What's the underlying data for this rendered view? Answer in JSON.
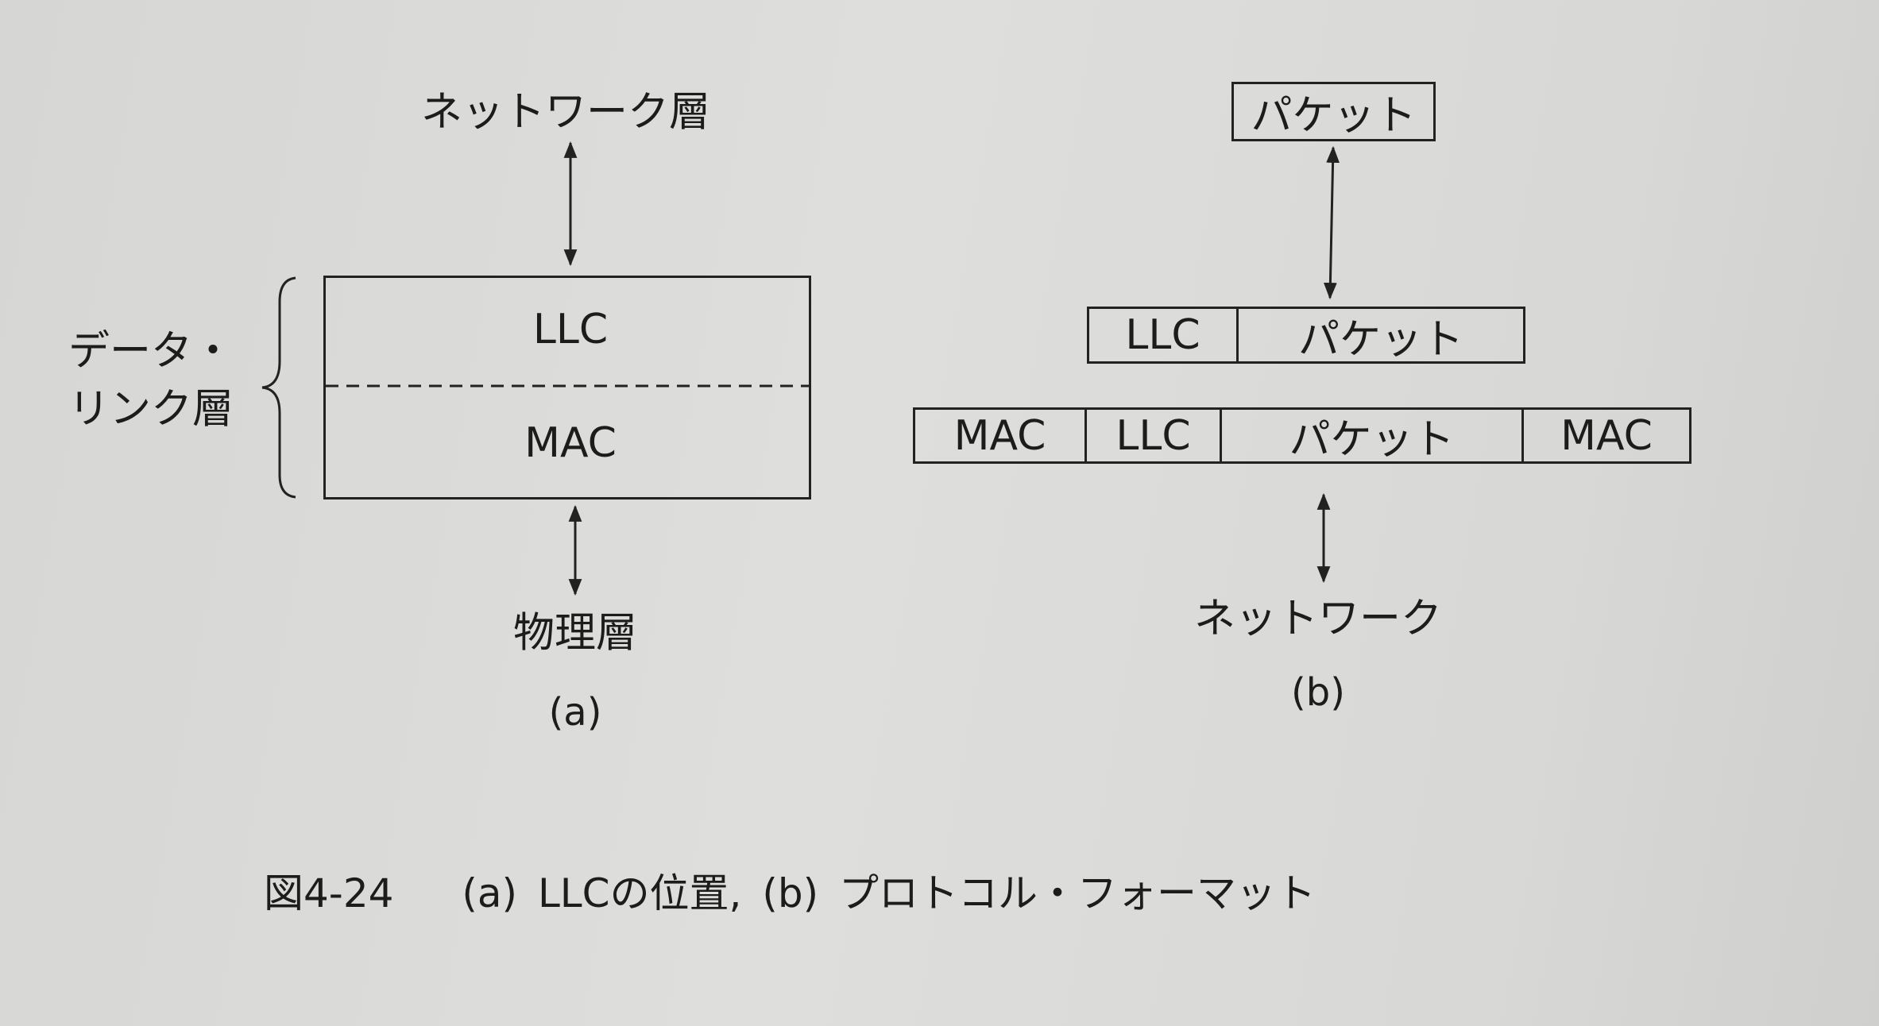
{
  "diagram_a": {
    "top_label": "ネットワーク層",
    "upper_layer": "LLC",
    "lower_layer": "MAC",
    "group_label_line1": "データ・",
    "group_label_line2": "リンク層",
    "bottom_label": "物理層",
    "sublabel": "(a)"
  },
  "diagram_b": {
    "top_packet": "パケット",
    "row1": [
      "LLC",
      "パケット"
    ],
    "row2": [
      "MAC",
      "LLC",
      "パケット",
      "MAC"
    ],
    "bottom_label": "ネットワーク",
    "sublabel": "(b)"
  },
  "caption": {
    "figure_number": "図4-24",
    "text": "(a) LLCの位置, (b) プロトコル・フォーマット"
  }
}
